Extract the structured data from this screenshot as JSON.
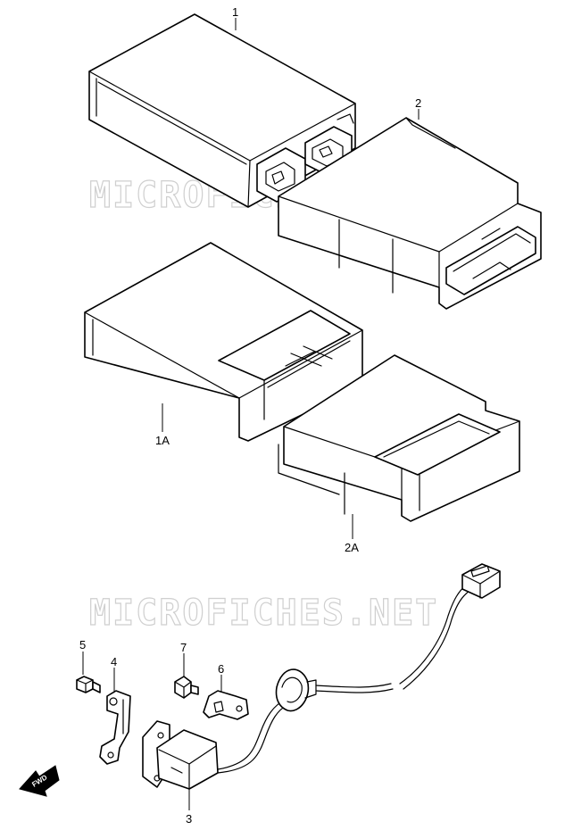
{
  "watermarks": [
    "MICROFICHES.NET",
    "MICROFICHES.NET"
  ],
  "fwd_label": "FWD",
  "callouts": {
    "p1": "1",
    "p2": "2",
    "p1a": "1A",
    "p2a": "2A",
    "p3": "3",
    "p4": "4",
    "p5": "5",
    "p6": "6",
    "p7": "7"
  },
  "colors": {
    "line": "#000000",
    "watermark": "#cfcfcf",
    "background": "#ffffff"
  }
}
